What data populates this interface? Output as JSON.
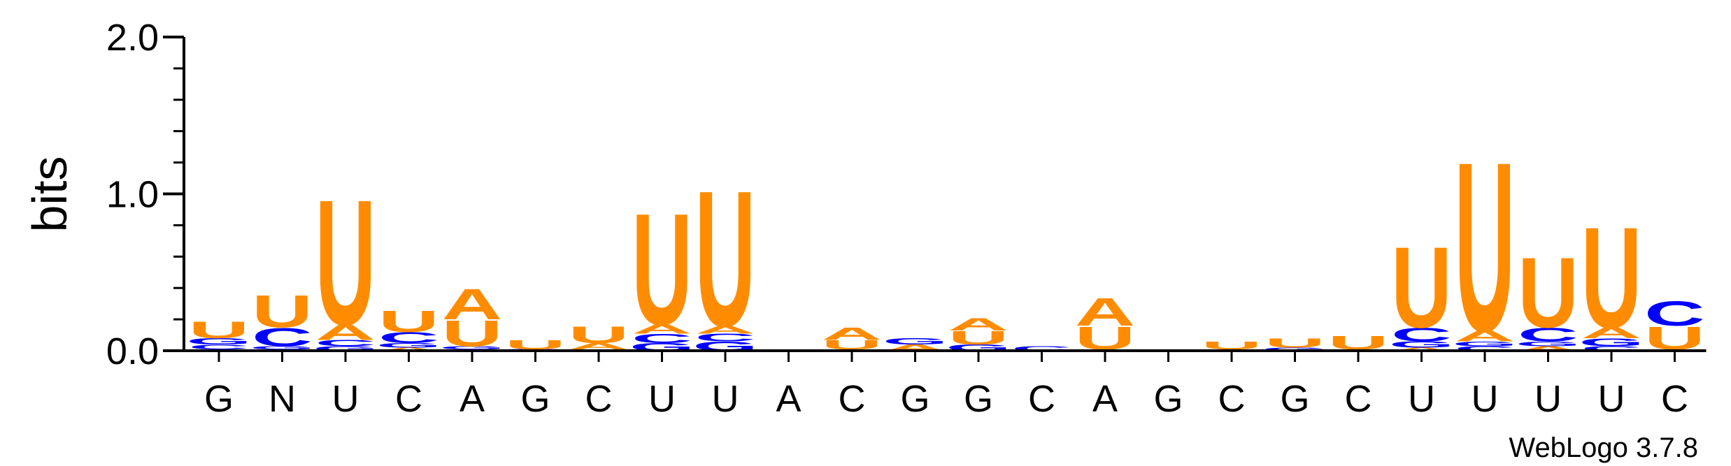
{
  "chart_data": {
    "type": "sequence-logo",
    "ylabel": "bits",
    "ylim": [
      0,
      2.0
    ],
    "yticks": [
      {
        "value": 0.0,
        "label": "0.0"
      },
      {
        "value": 1.0,
        "label": "1.0"
      },
      {
        "value": 2.0,
        "label": "2.0"
      }
    ],
    "categories": [
      "G",
      "N",
      "U",
      "C",
      "A",
      "G",
      "C",
      "U",
      "U",
      "A",
      "C",
      "G",
      "G",
      "C",
      "A",
      "G",
      "C",
      "G",
      "C",
      "U",
      "U",
      "U",
      "U",
      "C"
    ],
    "colors": {
      "A": "#ff8c00",
      "U": "#ff8c00",
      "C": "#0000ff",
      "G": "#0000ff"
    },
    "positions": [
      {
        "letters": [
          {
            "l": "A",
            "v": 0.01
          },
          {
            "l": "C",
            "v": 0.03
          },
          {
            "l": "G",
            "v": 0.04
          },
          {
            "l": "U",
            "v": 0.11
          }
        ]
      },
      {
        "letters": [
          {
            "l": "A",
            "v": 0.01
          },
          {
            "l": "G",
            "v": 0.02
          },
          {
            "l": "C",
            "v": 0.12
          },
          {
            "l": "U",
            "v": 0.21
          }
        ]
      },
      {
        "letters": [
          {
            "l": "G",
            "v": 0.03
          },
          {
            "l": "C",
            "v": 0.04
          },
          {
            "l": "A",
            "v": 0.1
          },
          {
            "l": "U",
            "v": 0.82
          }
        ]
      },
      {
        "letters": [
          {
            "l": "A",
            "v": 0.02
          },
          {
            "l": "G",
            "v": 0.03
          },
          {
            "l": "C",
            "v": 0.07
          },
          {
            "l": "U",
            "v": 0.14
          }
        ]
      },
      {
        "letters": [
          {
            "l": "C",
            "v": 0.01
          },
          {
            "l": "G",
            "v": 0.02
          },
          {
            "l": "U",
            "v": 0.17
          },
          {
            "l": "A",
            "v": 0.2
          }
        ]
      },
      {
        "letters": [
          {
            "l": "A",
            "v": 0.005
          },
          {
            "l": "G",
            "v": 0.005
          },
          {
            "l": "U",
            "v": 0.06
          }
        ]
      },
      {
        "letters": [
          {
            "l": "G",
            "v": 0.01
          },
          {
            "l": "A",
            "v": 0.04
          },
          {
            "l": "U",
            "v": 0.11
          }
        ]
      },
      {
        "letters": [
          {
            "l": "G",
            "v": 0.05
          },
          {
            "l": "C",
            "v": 0.06
          },
          {
            "l": "A",
            "v": 0.06
          },
          {
            "l": "U",
            "v": 0.73
          }
        ]
      },
      {
        "letters": [
          {
            "l": "G",
            "v": 0.06
          },
          {
            "l": "C",
            "v": 0.05
          },
          {
            "l": "A",
            "v": 0.05
          },
          {
            "l": "U",
            "v": 0.89
          }
        ]
      },
      {
        "letters": []
      },
      {
        "letters": [
          {
            "l": "G",
            "v": 0.01
          },
          {
            "l": "U",
            "v": 0.06
          },
          {
            "l": "A",
            "v": 0.08
          }
        ]
      },
      {
        "letters": [
          {
            "l": "A",
            "v": 0.04
          },
          {
            "l": "G",
            "v": 0.04
          }
        ]
      },
      {
        "letters": [
          {
            "l": "G",
            "v": 0.04
          },
          {
            "l": "U",
            "v": 0.09
          },
          {
            "l": "A",
            "v": 0.08
          }
        ]
      },
      {
        "letters": [
          {
            "l": "C",
            "v": 0.03
          }
        ]
      },
      {
        "letters": [
          {
            "l": "G",
            "v": 0.01
          },
          {
            "l": "U",
            "v": 0.15
          },
          {
            "l": "A",
            "v": 0.18
          }
        ]
      },
      {
        "letters": []
      },
      {
        "letters": [
          {
            "l": "A",
            "v": 0.01
          },
          {
            "l": "U",
            "v": 0.05
          }
        ]
      },
      {
        "letters": [
          {
            "l": "G",
            "v": 0.02
          },
          {
            "l": "U",
            "v": 0.06
          }
        ]
      },
      {
        "letters": [
          {
            "l": "A",
            "v": 0.01
          },
          {
            "l": "U",
            "v": 0.09
          }
        ]
      },
      {
        "letters": [
          {
            "l": "A",
            "v": 0.02
          },
          {
            "l": "G",
            "v": 0.04
          },
          {
            "l": "C",
            "v": 0.09
          },
          {
            "l": "U",
            "v": 0.53
          }
        ]
      },
      {
        "letters": [
          {
            "l": "C",
            "v": 0.03
          },
          {
            "l": "G",
            "v": 0.03
          },
          {
            "l": "A",
            "v": 0.07
          },
          {
            "l": "U",
            "v": 1.11
          }
        ]
      },
      {
        "letters": [
          {
            "l": "A",
            "v": 0.03
          },
          {
            "l": "G",
            "v": 0.03
          },
          {
            "l": "C",
            "v": 0.09
          },
          {
            "l": "U",
            "v": 0.46
          }
        ]
      },
      {
        "letters": [
          {
            "l": "C",
            "v": 0.03
          },
          {
            "l": "G",
            "v": 0.05
          },
          {
            "l": "A",
            "v": 0.07
          },
          {
            "l": "U",
            "v": 0.66
          }
        ]
      },
      {
        "letters": [
          {
            "l": "G",
            "v": 0.01
          },
          {
            "l": "U",
            "v": 0.15
          },
          {
            "l": "C",
            "v": 0.16
          }
        ]
      }
    ],
    "credit": "WebLogo 3.7.8"
  }
}
